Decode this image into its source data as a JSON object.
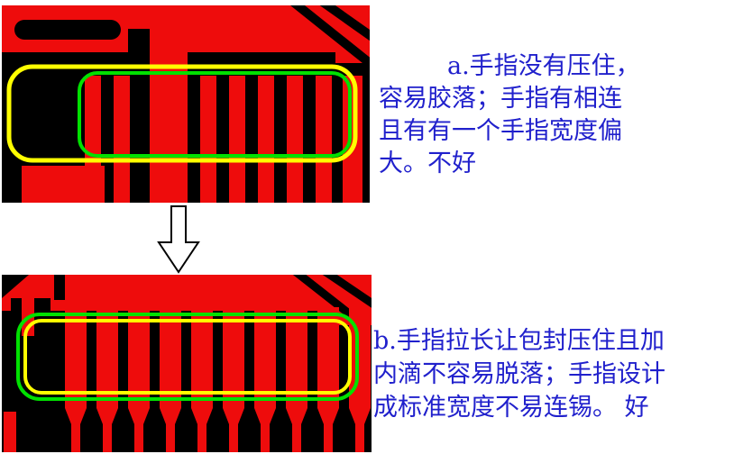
{
  "annotations": {
    "a": {
      "lines": [
        "a.手指没有压住，",
        "容易胶落；手指有相连",
        "且有有一个手指宽度偏",
        "大。不好"
      ]
    },
    "b": {
      "lines": [
        "b.手指拉长让包封压住且加",
        "内滴不容易脱落；手指设计",
        "成标准宽度不易连锡。 好"
      ]
    }
  },
  "icons": {
    "arrow": "arrow-down-icon"
  },
  "colors": {
    "page_bg": "#ffffff",
    "pcb_black": "#000000",
    "copper_red": "#ee0c0c",
    "coverlay_yellow": "#ffff00",
    "coverlay_green": "#00e100",
    "annotation_blue": "#2020cc"
  }
}
